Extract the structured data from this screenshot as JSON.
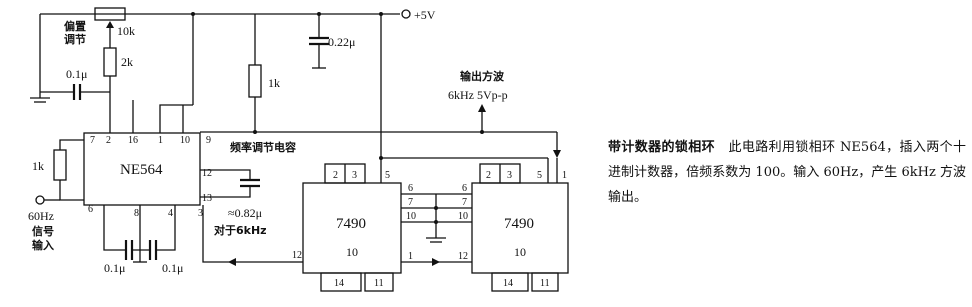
{
  "schematic": {
    "supply": "+5V",
    "freq_adjust": [
      "偏置",
      "调节"
    ],
    "pot": "10k",
    "r_2k": "2k",
    "r_1k_top": "1k",
    "r_1k_left": "1k",
    "c_bias": "0.1μ",
    "c_supply": "0.22μ",
    "output_label": "输出方波",
    "output_spec": "6kHz 5Vp-p",
    "ne564": "NE564",
    "ne564_pins": [
      "7",
      "2",
      "16",
      "1",
      "10",
      "9",
      "12",
      "13",
      "6",
      "8",
      "4",
      "3"
    ],
    "timing_cap_label": "频率调节电容",
    "timing_cap_value": "≈0.82μ",
    "timing_cap_note": "对于6kHz",
    "input_freq": "60Hz",
    "input_label": [
      "信号",
      "输入"
    ],
    "c_in_left": "0.1μ",
    "c_in_right": "0.1μ",
    "counter1": {
      "name": "7490",
      "sub": "10",
      "top_pins": [
        "2",
        "3",
        "5"
      ],
      "right_pins": [
        "6",
        "7",
        "10"
      ],
      "left_pin": "12",
      "right_pin": "1",
      "bottom_pins": [
        "14",
        "11"
      ]
    },
    "counter2": {
      "name": "7490",
      "sub": "10",
      "top_pins": [
        "2",
        "3",
        "5",
        "1"
      ],
      "left_pins": [
        "6",
        "7",
        "10",
        "12"
      ],
      "bottom_pins": [
        "14",
        "11"
      ]
    }
  },
  "description": {
    "title": "带计数器的锁相环",
    "body": "此电路利用锁相环 NE564，插入两个十进制计数器，倍频系数为 100。输入 60Hz，产生 6kHz 方波输出。"
  }
}
